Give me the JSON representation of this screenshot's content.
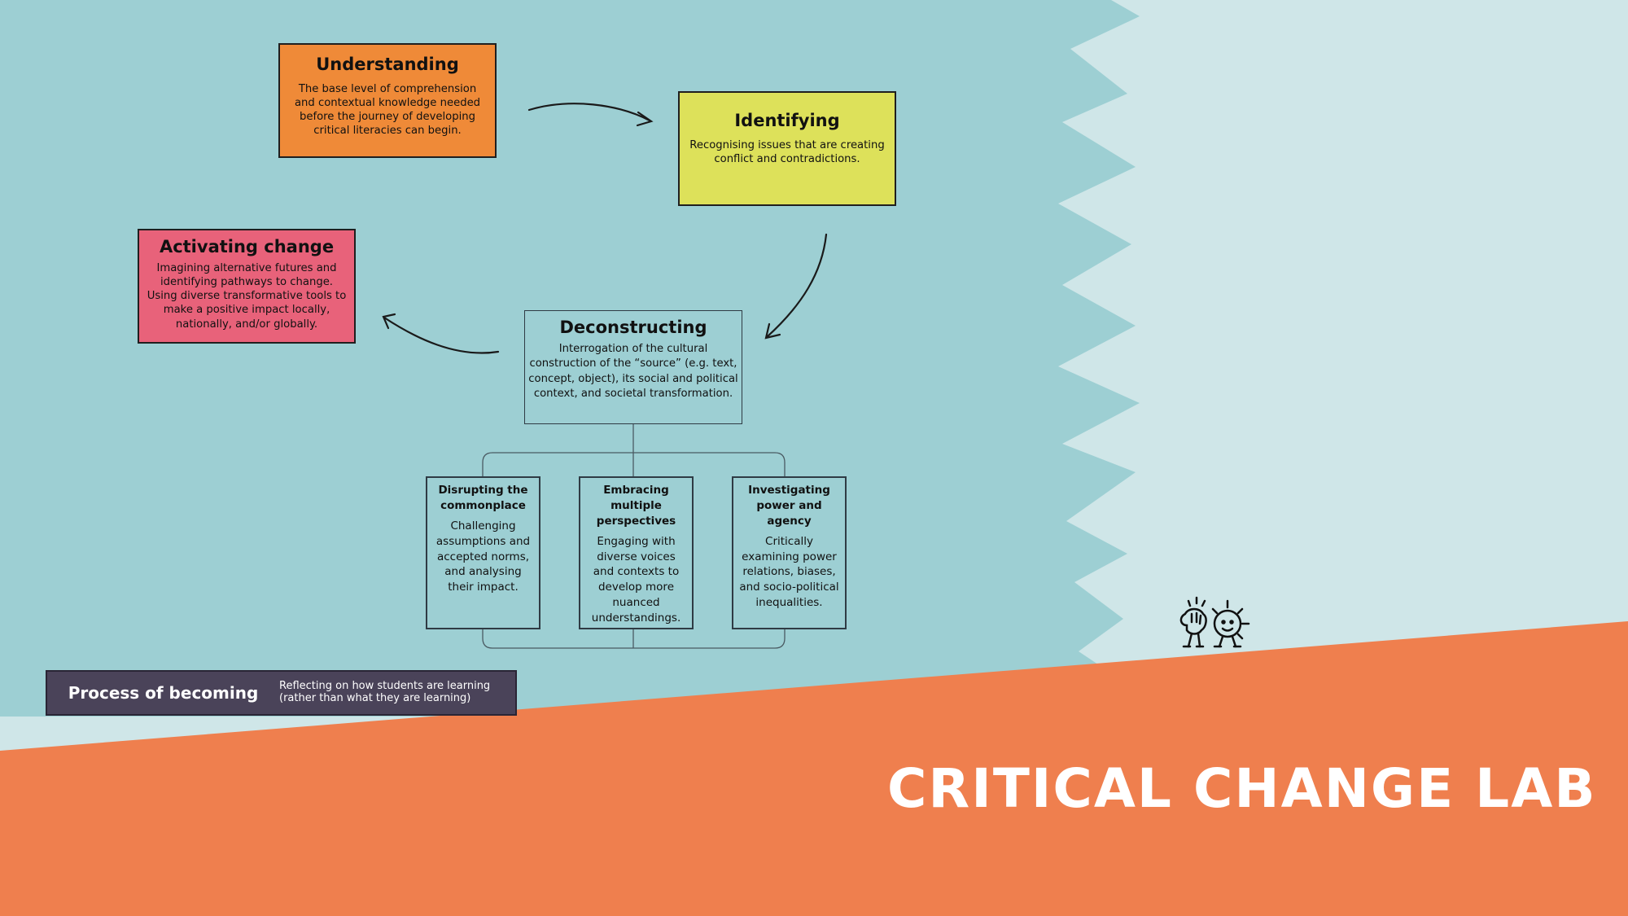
{
  "colors": {
    "background_left": "#9dcfd3",
    "background_right": "#cfe6e8",
    "footer": "#ef7f4e",
    "understanding": "#ef8a38",
    "identifying": "#dde15a",
    "activating": "#e8627a",
    "process_bar": "#4a4359"
  },
  "nodes": {
    "understanding": {
      "title": "Understanding",
      "desc": "The base level of comprehension and contextual knowledge needed before the journey of developing critical literacies can begin."
    },
    "identifying": {
      "title": "Identifying",
      "desc": "Recognising issues that are creating conflict and contradictions."
    },
    "deconstructing": {
      "title": "Deconstructing",
      "desc": "Interrogation of the cultural construction of the “source” (e.g. text, concept, object), its social and political context, and societal transformation."
    },
    "activating": {
      "title": "Activating change",
      "desc": "Imagining alternative futures and identifying pathways to change. Using diverse transformative tools to make a positive impact locally, nationally, and/or globally."
    }
  },
  "subnodes": [
    {
      "title": "Disrupting the commonplace",
      "desc": "Challenging assumptions and accepted norms, and analysing their impact."
    },
    {
      "title": "Embracing multiple perspectives",
      "desc": "Engaging with diverse voices and contexts to develop more nuanced understandings."
    },
    {
      "title": "Investigating power and agency",
      "desc": "Critically examining power relations, biases, and socio-political inequalities."
    }
  ],
  "process": {
    "title": "Process of becoming",
    "desc_line1": "Reflecting on how students are learning",
    "desc_line2": "(rather than what they are learning)"
  },
  "brand": {
    "name": "CRITICAL CHANGE LAB"
  },
  "icons": [
    "arrow-icon",
    "mascot-icon"
  ]
}
